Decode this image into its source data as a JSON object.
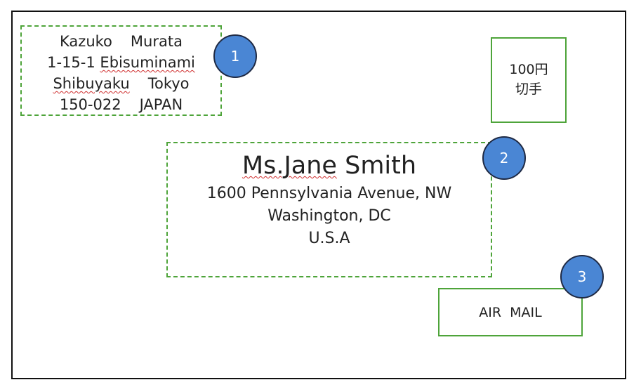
{
  "sender": {
    "first_name": "Kazuko",
    "last_name": "Murata",
    "street_number": "1-15-1",
    "district": "Ebisuminami",
    "ward": "Shibuyaku",
    "city": "Tokyo",
    "postal_code": "150-022",
    "country": "JAPAN"
  },
  "stamp": {
    "line1": "100円",
    "line2": "切手"
  },
  "recipient": {
    "name_title": "Ms.Jane",
    "name_last": "Smith",
    "street": "1600 Pennsylvania Avenue, NW",
    "city_state": "Washington, DC",
    "country": "U.S.A"
  },
  "air_mail": {
    "label": "AIR  MAIL"
  },
  "badges": [
    "1",
    "2",
    "3"
  ],
  "colors": {
    "box_border": "#4ea43a",
    "badge_fill": "#4a86d4",
    "badge_outline": "#1f2a44",
    "envelope_border": "#111111"
  }
}
